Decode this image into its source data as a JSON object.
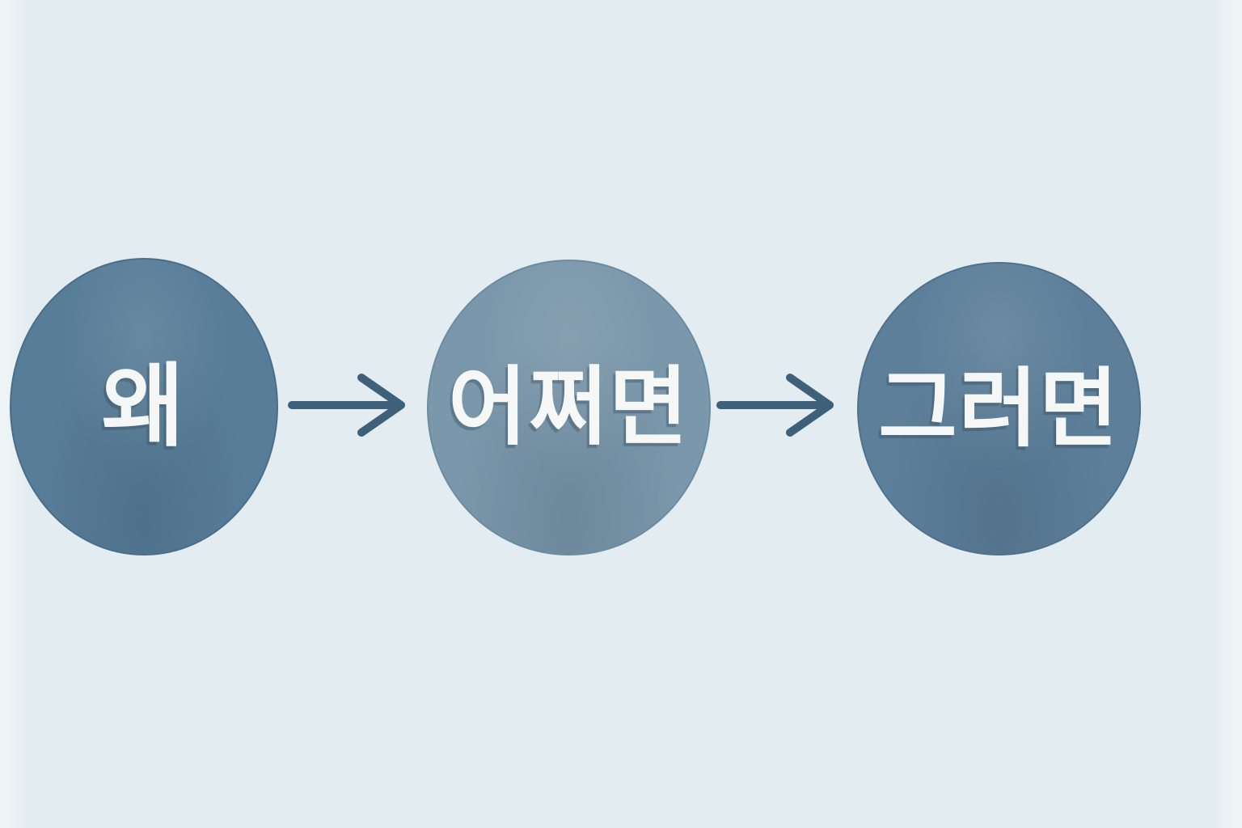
{
  "diagram": {
    "title": "why-maybe-then flow",
    "background_color": "#e3edf1",
    "nodes": [
      {
        "id": "why",
        "label": "왜",
        "fill": "#587d98",
        "border": "#4a6e8a",
        "text_color": "#f4f7f5"
      },
      {
        "id": "maybe",
        "label": "어쩌면",
        "fill": "#7b97ab",
        "border": "#6b8b9f",
        "text_color": "#f5f8f6"
      },
      {
        "id": "then",
        "label": "그러면",
        "fill": "#5d7f9a",
        "border": "#4e718d",
        "text_color": "#f4f7f5"
      }
    ],
    "arrows": [
      {
        "id": "arrow-1",
        "direction": "right",
        "color": "#3e6078"
      },
      {
        "id": "arrow-2",
        "direction": "right",
        "color": "#3e6078"
      }
    ]
  }
}
